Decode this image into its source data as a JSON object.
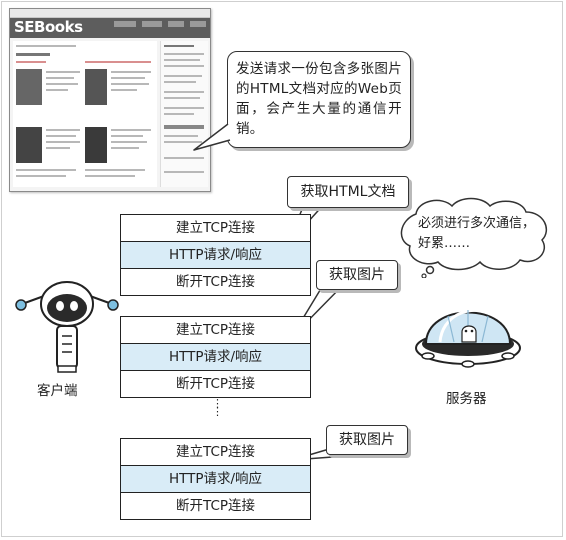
{
  "thumbnail": {
    "logo": "SEBooks"
  },
  "callout": {
    "text": "发送请求一份包含多张图片的HTML文档对应的Web页面，会产生大量的通信开销。"
  },
  "balloons": {
    "html": "获取HTML文档",
    "image1": "获取图片",
    "image2": "获取图片"
  },
  "server_thought": "必须进行多次通信，好累……",
  "connections": [
    {
      "open": "建立TCP连接",
      "request": "HTTP请求/响应",
      "close": "断开TCP连接"
    },
    {
      "open": "建立TCP连接",
      "request": "HTTP请求/响应",
      "close": "断开TCP连接"
    },
    {
      "open": "建立TCP连接",
      "request": "HTTP请求/响应",
      "close": "断开TCP连接"
    }
  ],
  "ellipsis": "⋮",
  "client_label": "客户端",
  "server_label": "服务器",
  "colors": {
    "row_highlight": "#d9ecf7",
    "line": "#222222",
    "shadow": "#b9b9b9"
  }
}
